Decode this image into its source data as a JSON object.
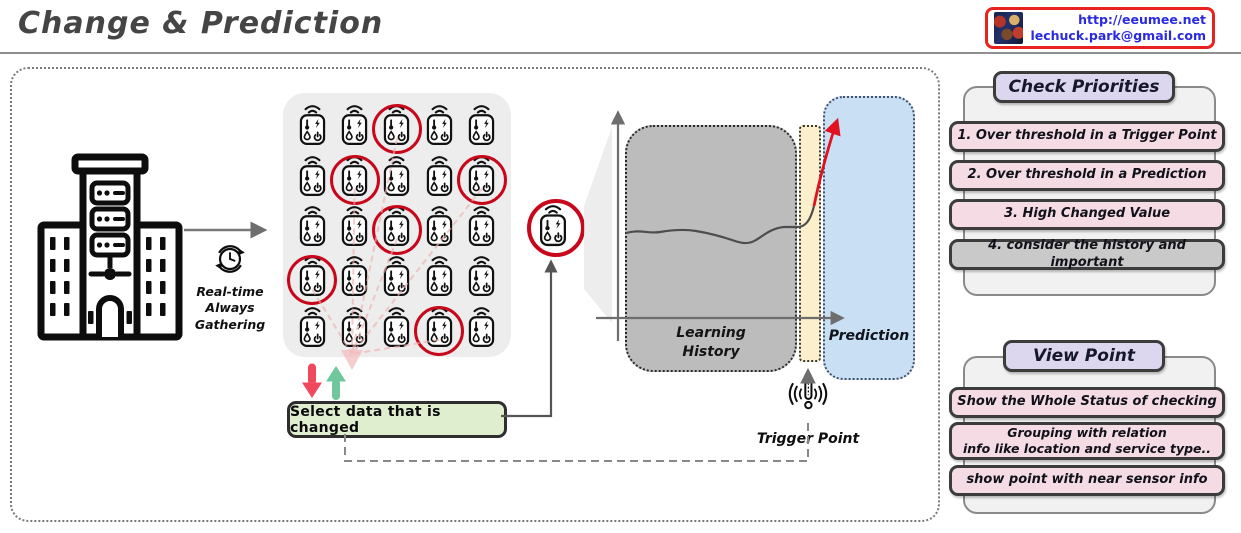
{
  "title": "Change & Prediction",
  "contact": {
    "url": "http://eeumee.net",
    "email": "lechuck.park@gmail.com"
  },
  "flow": {
    "gathering_caption": "Real-time\nAlways\nGathering",
    "select_box_label": "Select data that is changed",
    "learning_label": "Learning\nHistory",
    "prediction_label": "Prediction",
    "trigger_label": "Trigger Point"
  },
  "sensor_grid": {
    "rows": 5,
    "cols": 5,
    "circled": [
      [
        0,
        2
      ],
      [
        1,
        1
      ],
      [
        1,
        4
      ],
      [
        2,
        2
      ],
      [
        3,
        0
      ],
      [
        4,
        3
      ]
    ]
  },
  "check_priorities": {
    "title": "Check Priorities",
    "items": [
      {
        "label": "1. Over threshold in a Trigger Point",
        "color": "#f4dbe4"
      },
      {
        "label": "2. Over threshold in a Prediction",
        "color": "#f4dbe4"
      },
      {
        "label": "3. High Changed Value",
        "color": "#f4dbe4"
      },
      {
        "label": "4. consider the history and important",
        "color": "#c9c9c9"
      }
    ]
  },
  "view_point": {
    "title": "View Point",
    "items": [
      {
        "label": "Show the Whole Status of checking",
        "color": "#f4dbe4"
      },
      {
        "label": "Grouping with relation\ninfo like location and service type..",
        "color": "#f4dbe4"
      },
      {
        "label": "show point with near sensor info",
        "color": "#f4dbe4"
      }
    ]
  },
  "icons": {
    "building": "datacenter-building-icon",
    "sync": "realtime-sync-clock-icon",
    "sensor": "iot-sensor-icon",
    "wifi": "wifi-signal-icon",
    "trigger": "alert-exclamation-icon",
    "decrease": "red-down-arrow-icon",
    "increase": "green-up-arrow-icon"
  },
  "colors": {
    "ring_red": "#c9071a",
    "rise_red": "#e0121f",
    "learning_fill": "#bcbcbc",
    "trigger_zone_fill": "#fcefcb",
    "prediction_fill": "#c9dff3",
    "select_box_fill": "#dfeecf",
    "header_fill": "#dcd7ef",
    "item_pink": "#f4dbe4",
    "item_gray": "#c9c9c9",
    "link_blue": "#2a2ae0",
    "contact_border": "#e8231f"
  }
}
